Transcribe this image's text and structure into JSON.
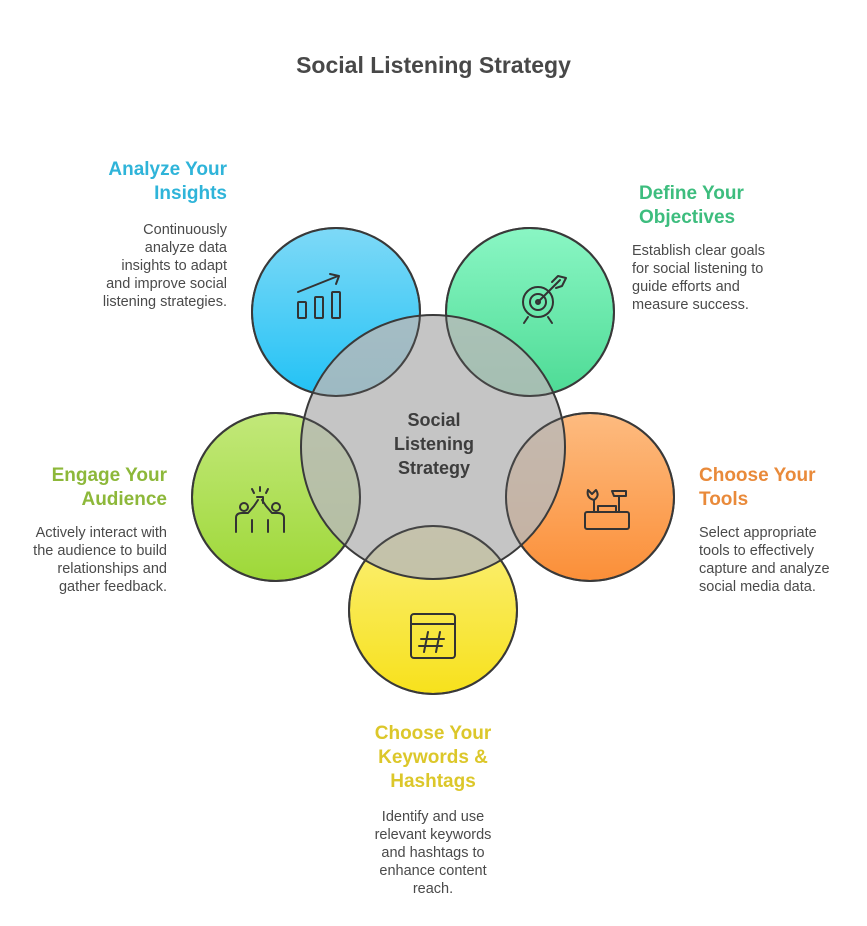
{
  "title": "Social Listening Strategy",
  "hub": {
    "line1": "Social",
    "line2": "Listening",
    "line3": "Strategy",
    "color": "#c9c9c9"
  },
  "nodes": {
    "analyze": {
      "heading_line1": "Analyze Your",
      "heading_line2": "Insights",
      "desc_lines": [
        "Continuously",
        "analyze data",
        "insights to adapt",
        "and improve social",
        "listening strategies."
      ],
      "color": "#2fb4d9",
      "fill": "#39c8f5",
      "icon": "bar-chart-trend-icon"
    },
    "define": {
      "heading_line1": "Define Your",
      "heading_line2": "Objectives",
      "desc_lines": [
        "Establish clear goals",
        "for social listening to",
        "guide efforts and",
        "measure success."
      ],
      "color": "#3dbd7e",
      "fill": "#5de3a1",
      "icon": "target-arrow-icon"
    },
    "engage": {
      "heading_line1": "Engage Your",
      "heading_line2": "Audience",
      "desc_lines": [
        "Actively interact with",
        "the audience to build",
        "relationships and",
        "gather feedback."
      ],
      "color": "#8db83a",
      "fill": "#a6db4a",
      "icon": "high-five-icon"
    },
    "tools": {
      "heading_line1": "Choose Your",
      "heading_line2": "Tools",
      "desc_lines": [
        "Select appropriate",
        "tools to effectively",
        "capture and analyze",
        "social media data."
      ],
      "color": "#e98a3a",
      "fill": "#fc9a4a",
      "icon": "toolbox-icon"
    },
    "keywords": {
      "heading_line1": "Choose Your",
      "heading_line2": "Keywords &",
      "heading_line3": "Hashtags",
      "desc_lines": [
        "Identify and use",
        "relevant keywords",
        "and hashtags to",
        "enhance content",
        "reach."
      ],
      "color": "#dcc72a",
      "fill": "#f8e530",
      "icon": "hashtag-window-icon"
    }
  }
}
